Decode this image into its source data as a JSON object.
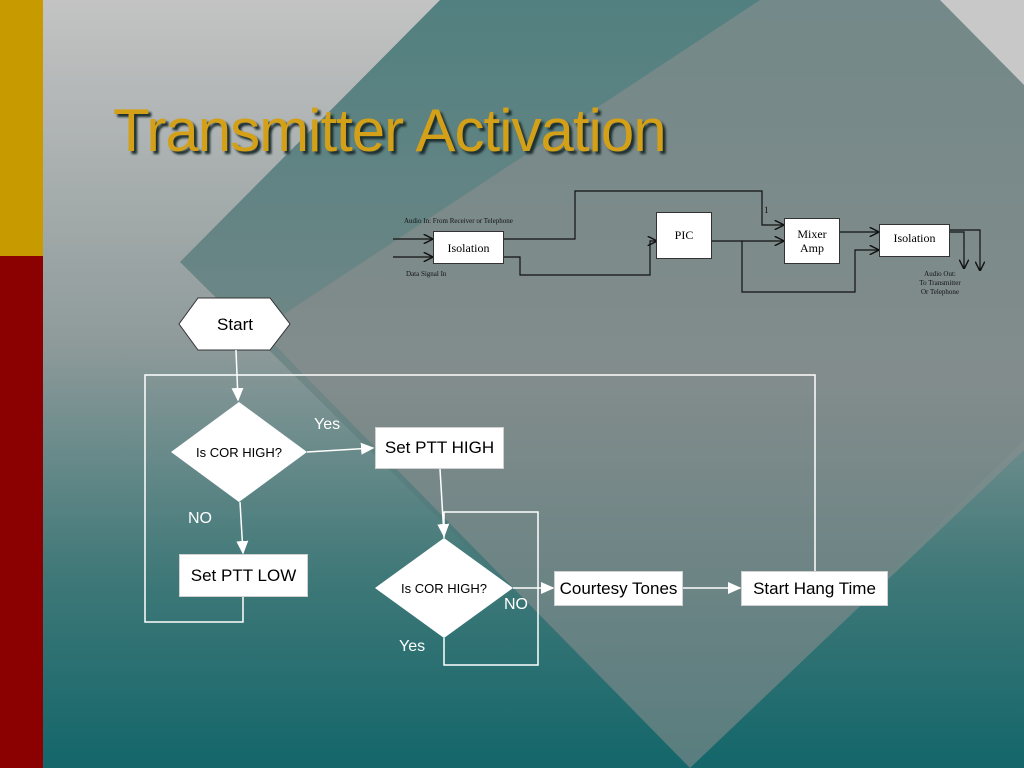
{
  "slide": {
    "title": "Transmitter Activation",
    "colors": {
      "title": "#d4a017",
      "bar_gold": "#c79a00",
      "bar_red": "#8b0000",
      "diamond_teal": "#3f7272",
      "diamond_grey": "#8e8e8e",
      "connector": "#ffffff",
      "block_line": "#111111"
    }
  },
  "block_diagram": {
    "audio_in_label": "Audio In: From Receiver or Telephone",
    "data_signal_label": "Data Signal In",
    "isolation_in": "Isolation",
    "pic": "PIC",
    "mixer_line1": "Mixer",
    "mixer_line2": "Amp",
    "isolation_out": "Isolation",
    "marker_1": "1",
    "audio_out_line1": "Audio Out:",
    "audio_out_line2": "To Transmitter",
    "audio_out_line3": "Or Telephone"
  },
  "flowchart": {
    "start": "Start",
    "decision1": "Is COR HIGH?",
    "set_ptt_high": "Set PTT HIGH",
    "set_ptt_low": "Set PTT LOW",
    "decision2": "Is COR HIGH?",
    "courtesy_tones": "Courtesy Tones",
    "start_hang_time": "Start Hang Time",
    "label_yes_1": "Yes",
    "label_no_1": "NO",
    "label_no_2": "NO",
    "label_yes_2": "Yes"
  }
}
